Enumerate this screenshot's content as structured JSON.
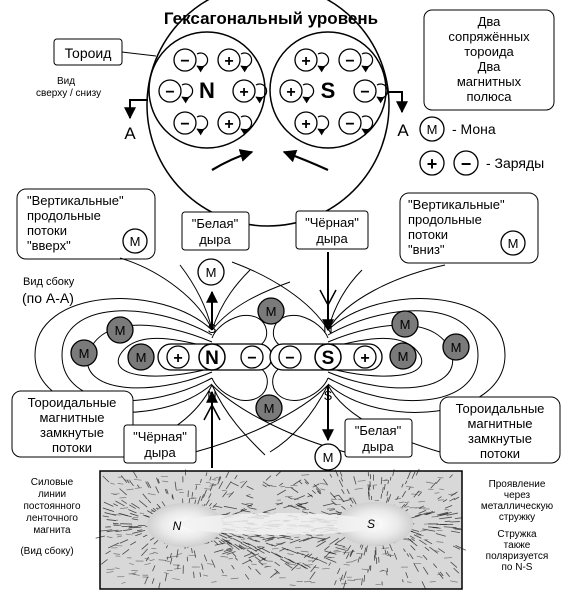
{
  "title": "Гексагональный уровень",
  "legend": {
    "box_lines": [
      "Два",
      "сопряжённых",
      "тороида",
      "Два",
      "магнитных",
      "полюса"
    ],
    "mona_label": "- Мона",
    "charges_label": "- Заряды",
    "mona_symbol": "M",
    "plus_symbol": "+",
    "minus_symbol": "−"
  },
  "top_view": {
    "toroid_label": "Тороид",
    "view_label_lines": [
      "Вид",
      "сверху / снизу"
    ],
    "axis_letter_left": "A",
    "axis_letter_right": "A",
    "left_pole": "N",
    "right_pole": "S",
    "left_ring": [
      "−",
      "+",
      "−",
      "+",
      "−",
      "+"
    ],
    "right_ring": [
      "+",
      "−",
      "+",
      "−",
      "+",
      "−"
    ]
  },
  "side_view": {
    "vertical_up_lines": [
      "\"Вертикальные\"",
      "продольные",
      "потоки",
      "\"вверх\""
    ],
    "vertical_down_lines": [
      "\"Вертикальные\"",
      "продольные",
      "потоки",
      "\"вниз\""
    ],
    "white_hole_top": [
      "\"Белая\"",
      "дыра"
    ],
    "black_hole_top": [
      "\"Чёрная\"",
      "дыра"
    ],
    "white_hole_bottom": [
      "\"Белая\"",
      "дыра"
    ],
    "black_hole_bottom": [
      "\"Чёрная\"",
      "дыра"
    ],
    "view_label_lines": [
      "Вид сбоку",
      "(по А-А)"
    ],
    "toroidal_left_lines": [
      "Тороидальные",
      "магнитные",
      "замкнутые",
      "потоки"
    ],
    "toroidal_right_lines": [
      "Тороидальные",
      "магнитные",
      "замкнутые",
      "потоки"
    ],
    "left_pole": "N",
    "right_pole": "S",
    "pole_labels": {
      "left_top": "S",
      "left_bottom": "N",
      "right_top": "N",
      "right_bottom": "S"
    },
    "mona_symbol": "M",
    "plus_symbol": "+",
    "minus_symbol": "−"
  },
  "bottom": {
    "force_lines_label": [
      "Силовые",
      "линии",
      "постоянного",
      "ленточного",
      "магнита"
    ],
    "side_view_label": "(Вид сбоку)",
    "manifestation_lines": [
      "Проявление",
      "через",
      "металлическую",
      "стружку"
    ],
    "polarized_lines": [
      "Стружка",
      "также",
      "поляризуется",
      "по N-S"
    ],
    "photo_left_pole": "N",
    "photo_right_pole": "S"
  }
}
